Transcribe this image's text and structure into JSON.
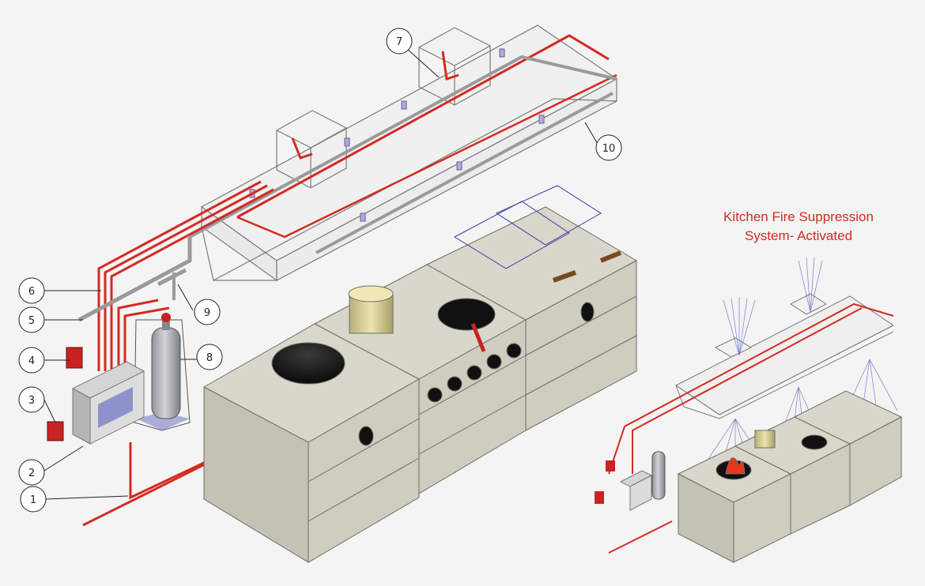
{
  "title": {
    "line1": "Kitchen Fire Suppression",
    "line2": "System- Activated"
  },
  "callouts": [
    "1",
    "2",
    "3",
    "4",
    "5",
    "6",
    "7",
    "8",
    "9",
    "10"
  ],
  "colors": {
    "pipe_red": "#d42a22",
    "steel": "#c9c6bb",
    "hood_line": "#7a7a7a",
    "spray": "#5b5fc7",
    "title": "#d42a22"
  }
}
